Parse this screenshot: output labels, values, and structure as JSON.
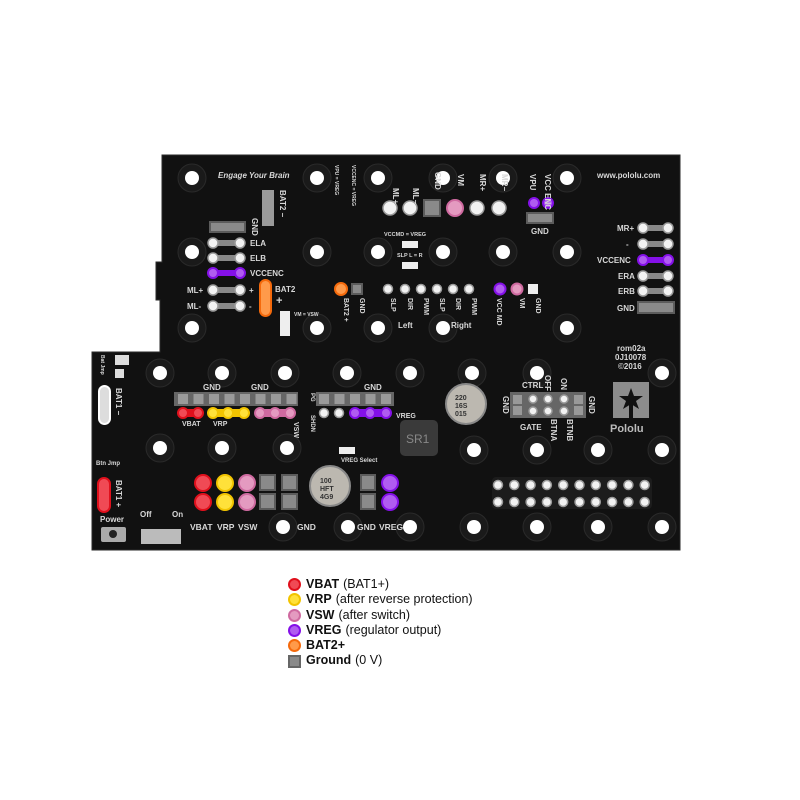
{
  "board": {
    "tagline": "Engage Your Brain",
    "url": "www.pololu.com",
    "revision": [
      "rom02a",
      "0J10078",
      "©2016"
    ],
    "logo_text": "Pololu",
    "inductor_marking": "SR1",
    "cap1_marking": [
      "220",
      "16S",
      "015"
    ],
    "cap2_marking": [
      "100",
      "HFT",
      "4G9"
    ],
    "labels": {
      "bat2_minus": "BAT2 −",
      "gnd": "GND",
      "ela": "ELA",
      "elb": "ELB",
      "vccenc": "VCCENC",
      "ml_plus": "ML+",
      "ml_minus": "ML-",
      "bat2": "BAT2",
      "plus": "+",
      "minus": "-",
      "vpu_vreg": "VPU = VREG",
      "vccenc_vreg": "VCCENC = VREG",
      "ml_plus_top": "ML+",
      "ml_minus_top": "ML−",
      "gnd_top": "GND",
      "vm_top": "VM",
      "mr_plus_top": "MR+",
      "mr_minus_top": "MR−",
      "vpu": "VPU",
      "vcc_enc": "VCC ENC",
      "vccmd_vreg": "VCCMD = VREG",
      "slp_lr": "SLP L = R",
      "vm_vsw": "VM = VSW",
      "bat2_plus": "BAT2 +",
      "slp": "SLP",
      "dir": "DIR",
      "pwm": "PWM",
      "left": "Left",
      "right": "Right",
      "vcc_md": "VCC MD",
      "vm": "VM",
      "mr_plus": "MR+",
      "era": "ERA",
      "erb": "ERB",
      "bat_jmp": "Bat Jmp",
      "bat1_minus": "BAT1 −",
      "btn_jmp": "Btn Jmp",
      "bat1_plus": "BAT1 +",
      "power": "Power",
      "off": "Off",
      "on": "On",
      "vbat": "VBAT",
      "vrp": "VRP",
      "vsw": "VSW",
      "vreg": "VREG",
      "pg": "PG",
      "shdn": "SHDN",
      "vreg_select": "VREG Select",
      "ctrl": "CTRL",
      "off_pin": "OFF",
      "on_pin": "ON",
      "gate": "GATE",
      "btna": "BTNA",
      "btnb": "BTNB"
    }
  },
  "legend": [
    {
      "name": "VBAT",
      "desc": "(BAT1+)",
      "color": "#e0101c"
    },
    {
      "name": "VRP",
      "desc": "(after reverse protection)",
      "color": "#f2c400"
    },
    {
      "name": "VSW",
      "desc": "(after switch)",
      "color": "#cf6aa0"
    },
    {
      "name": "VREG",
      "desc": "(regulator output)",
      "color": "#8410e8"
    },
    {
      "name": "BAT2+",
      "desc": "",
      "color": "#f56a0c"
    },
    {
      "name": "Ground",
      "desc": "(0 V)",
      "color": "#8a8a8a"
    }
  ]
}
